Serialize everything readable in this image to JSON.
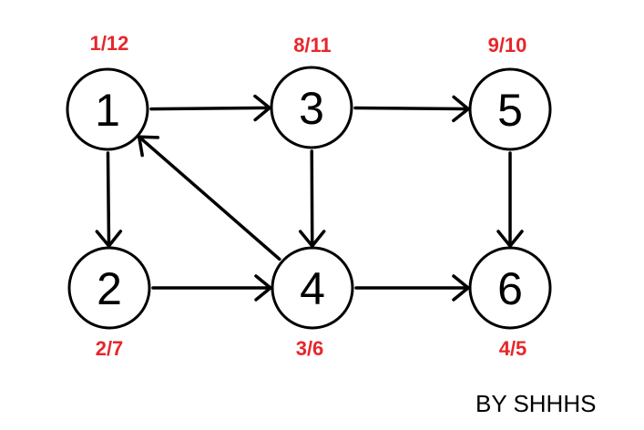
{
  "graph": {
    "colors": {
      "node_stroke": "#000000",
      "edge": "#000000",
      "time_label": "#e8262a"
    },
    "nodes": [
      {
        "id": "1",
        "label": "1",
        "times": "1/12"
      },
      {
        "id": "2",
        "label": "2",
        "times": "2/7"
      },
      {
        "id": "3",
        "label": "3",
        "times": "8/11"
      },
      {
        "id": "4",
        "label": "4",
        "times": "3/6"
      },
      {
        "id": "5",
        "label": "5",
        "times": "9/10"
      },
      {
        "id": "6",
        "label": "6",
        "times": "4/5"
      }
    ],
    "edges": [
      {
        "from": "1",
        "to": "3"
      },
      {
        "from": "1",
        "to": "2"
      },
      {
        "from": "3",
        "to": "5"
      },
      {
        "from": "3",
        "to": "4"
      },
      {
        "from": "5",
        "to": "6"
      },
      {
        "from": "2",
        "to": "4"
      },
      {
        "from": "4",
        "to": "6"
      },
      {
        "from": "4",
        "to": "1"
      }
    ]
  },
  "credit": {
    "text": "BY SHHHS"
  }
}
